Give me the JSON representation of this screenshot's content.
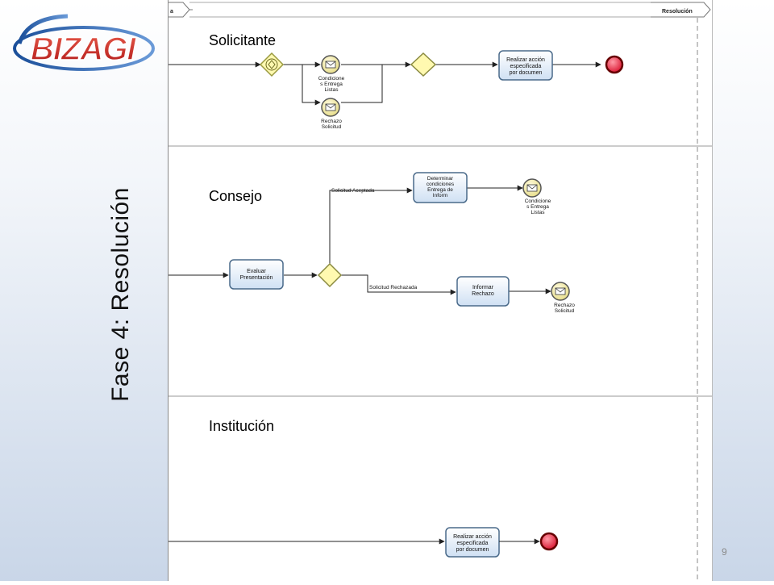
{
  "logo_text": "BizAgi",
  "slide_title": "Fase 4: Resolución",
  "page_number": "9",
  "header": {
    "left_fragment": "a",
    "right_label": "Resolución"
  },
  "lanes": {
    "solicitante": "Solicitante",
    "consejo": "Consejo",
    "institucion": "Institución"
  },
  "nodes": {
    "condiciones_top": [
      "Condicione",
      "s Entrega",
      "Listas"
    ],
    "rechazo_top": [
      "Rechazo",
      "Solicitud"
    ],
    "realizar_top": [
      "Realizar acción",
      "especificada",
      "por documen"
    ],
    "determinar": [
      "Determinar",
      "condiciones",
      "Entrega de",
      "Inform"
    ],
    "condiciones_mid": [
      "Condicione",
      "s Entrega",
      "Listas"
    ],
    "evaluar": [
      "Evaluar",
      "Presentación"
    ],
    "informar": [
      "Informar",
      "Rechazo"
    ],
    "rechazo_mid": [
      "Rechazo",
      "Solicitud"
    ],
    "realizar_bottom": [
      "Realizar acción",
      "especificada",
      "por documen"
    ]
  },
  "flows": {
    "aceptada": "Solicitud Aceptada",
    "rechazada": "Solicitud Rechazada"
  },
  "colors": {
    "gateway_fill": "#fff9b0",
    "task_fill": "#dbe9f7",
    "task_stroke": "#4a6a8a",
    "end_event": "#e8203a",
    "message_event": "#f0e89a"
  }
}
